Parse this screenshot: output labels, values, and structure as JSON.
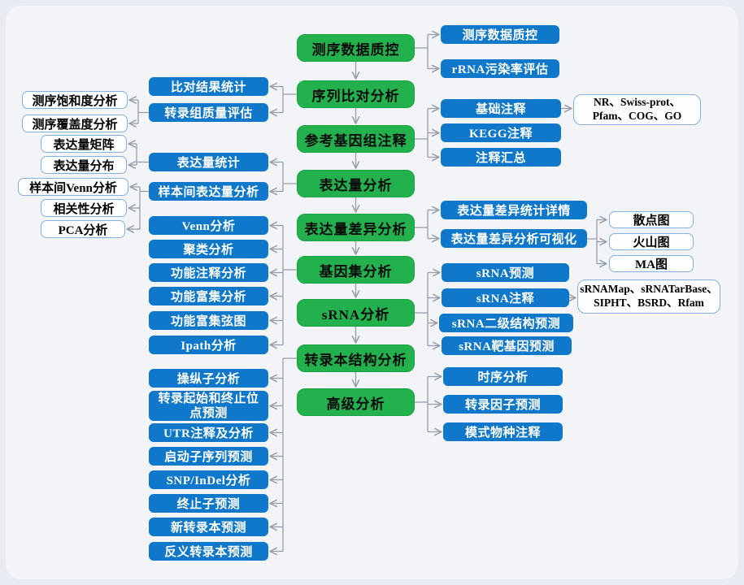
{
  "diagram": {
    "type": "flowchart",
    "description_colors": {
      "main_step_fill": "#23b14d",
      "sub_step_fill": "#0f78cb",
      "output_border": "#82b1e2",
      "connector": "#979da7",
      "background": "#f2f4f8"
    }
  },
  "main_steps": [
    "测序数据质控",
    "序列比对分析",
    "参考基因组注释",
    "表达量分析",
    "表达量差异分析",
    "基因集分析",
    "sRNA分析",
    "转录本结构分析",
    "高级分析"
  ],
  "left_subnodes": [
    "比对结果统计",
    "转录组质量评估",
    "表达量统计",
    "样本间表达量分析",
    "Venn分析",
    "聚类分析",
    "功能注释分析",
    "功能富集分析",
    "功能富集弦图",
    "Ipath分析",
    "操纵子分析",
    "转录起始和终止位点预测",
    "UTR注释及分析",
    "启动子序列预测",
    "SNP/InDel分析",
    "终止子预测",
    "新转录本预测",
    "反义转录本预测"
  ],
  "right_subnodes": [
    "测序数据质控",
    "rRNA污染率评估",
    "基础注释",
    "KEGG注释",
    "注释汇总",
    "表达量差异统计详情",
    "表达量差异分析可视化",
    "sRNA预测",
    "sRNA注释",
    "sRNA二级结构预测",
    "sRNA靶基因预测",
    "时序分析",
    "转录因子预测",
    "模式物种注释"
  ],
  "left_outputs": [
    "测序饱和度分析",
    "测序覆盖度分析",
    "表达量矩阵",
    "表达量分布",
    "样本间Venn分析",
    "相关性分析",
    "PCA分析"
  ],
  "right_outputs": [
    "NR、Swiss-prot、\nPfam、COG、GO",
    "散点图",
    "火山图",
    "MA图",
    "sRNAMap、sRNATarBase、\nSIPHT、BSRD、Rfam"
  ]
}
